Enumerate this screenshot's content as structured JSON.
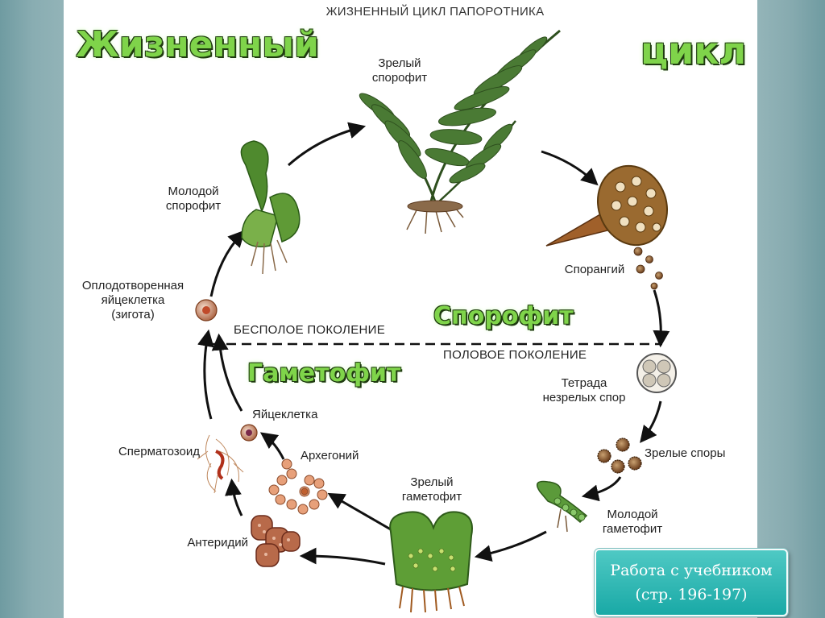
{
  "diagram": {
    "title": "ЖИЗНЕННЫЙ ЦИКЛ ПАПОРОТНИКА",
    "overlay": {
      "word_left": "Жизненный",
      "word_right": "цикл",
      "sporophyte": "Спорофит",
      "gametophyte": "Гаметофит"
    },
    "generations": {
      "asexual": "БЕСПОЛОЕ ПОКОЛЕНИЕ",
      "sexual": "ПОЛОВОЕ ПОКОЛЕНИЕ"
    },
    "stages": {
      "mature_sporophyte": "Зрелый\nспорофит",
      "sporangium": "Спорангий",
      "tetrad": "Тетрада\nнезрелых спор",
      "mature_spores": "Зрелые споры",
      "young_gametophyte": "Молодой\nгаметофит",
      "mature_gametophyte": "Зрелый\nгаметофит",
      "archegonium": "Архегоний",
      "egg_cell": "Яйцеклетка",
      "spermatozoid": "Сперматозоид",
      "antheridium": "Антеридий",
      "zygote": "Оплодотворенная\nяйцеклетка\n(зигота)",
      "young_sporophyte": "Молодой\nспорофит"
    }
  },
  "callout": {
    "line1": "Работа с учебником",
    "line2": "(стр. 196-197)"
  },
  "colors": {
    "highlight_text": "#7fd44a",
    "callout_bg": "#2bb5b1",
    "fern_green": "#3f6b2a"
  }
}
